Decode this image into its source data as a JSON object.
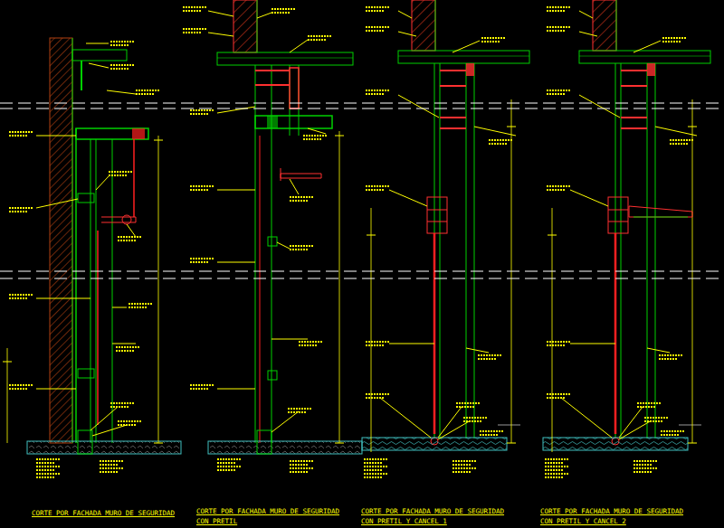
{
  "diagram": {
    "labels": [
      "CORTE POR FACHADA MURO DE SEGURIDAD",
      "CORTE POR FACHADA MURO DE SEGURIDAD CON PRETIL",
      "CORTE POR FACHADA MURO DE SEGURIDAD CON PRETIL Y CANCEL 1",
      "CORTE POR FACHADA MURO DE SEGURIDAD CON PRETIL Y CANCEL 2"
    ]
  }
}
